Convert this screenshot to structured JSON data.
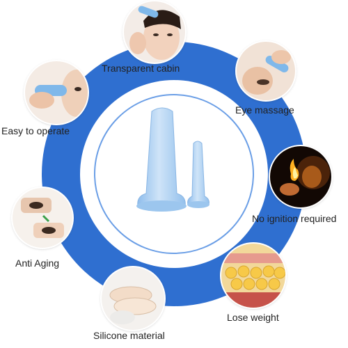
{
  "colors": {
    "ring": "#2f6fd0",
    "ring_line": "#6a9ee6",
    "cup": "#a9cff3"
  },
  "features": [
    {
      "id": "transparent-cabin",
      "label": "Transparent cabin",
      "icon": "face-cup-icon"
    },
    {
      "id": "eye-massage",
      "label": "Eye massage",
      "icon": "eye-cup-icon"
    },
    {
      "id": "easy-to-operate",
      "label": "Easy to operate",
      "icon": "hand-cup-icon"
    },
    {
      "id": "no-ignition",
      "label": "No ignition required",
      "icon": "flame-icon"
    },
    {
      "id": "anti-aging",
      "label": "Anti Aging",
      "icon": "eye-wrinkle-icon"
    },
    {
      "id": "lose-weight",
      "label": "Lose weight",
      "icon": "fat-tissue-icon"
    },
    {
      "id": "silicone-material",
      "label": "Silicone material",
      "icon": "silicone-sheet-icon"
    }
  ]
}
